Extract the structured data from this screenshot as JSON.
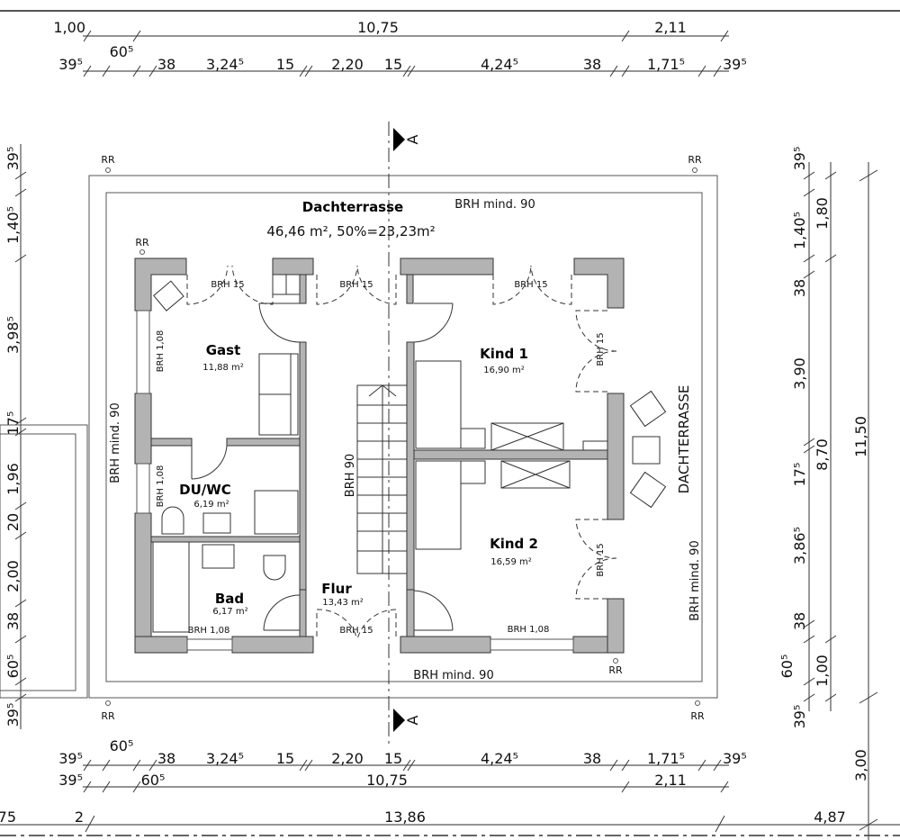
{
  "dimensions": {
    "top_row1": [
      "1,00",
      "60⁵",
      "10,75",
      "2,11"
    ],
    "top_row2": [
      "39⁵",
      "38",
      "3,24⁵",
      "15",
      "2,20",
      "15",
      "4,24⁵",
      "38",
      "1,71⁵",
      "39⁵"
    ],
    "bottom_row1": [
      "60⁵",
      "39⁵",
      "38",
      "3,24⁵",
      "15",
      "2,20",
      "15",
      "4,24⁵",
      "38",
      "1,71⁵",
      "39⁵"
    ],
    "bottom_row2": [
      "39⁵",
      "60⁵",
      "10,75",
      "2,11"
    ],
    "bottom_total": [
      "75",
      "2",
      "13,86",
      "4,87"
    ],
    "left": [
      "39⁵",
      "1,40⁵",
      "3,98⁵",
      "17⁵",
      "1,96",
      "20",
      "2,00",
      "38",
      "60⁵",
      "39⁵"
    ],
    "right_col1": [
      "39⁵",
      "1,40⁵",
      "38",
      "3,90",
      "17⁵",
      "3,86⁵",
      "38",
      "60⁵",
      "39⁵"
    ],
    "right_col2": [
      "1,80",
      "8,70",
      "1,00"
    ],
    "right_col3": [
      "11,50",
      "3,00"
    ]
  },
  "terrace": {
    "title": "Dachterrasse",
    "area": "46,46 m², 50%=23,23m²",
    "side_label": "DACHTERRASSE",
    "railing": "BRH mind. 90"
  },
  "rr_label": "RR",
  "section_label": "A",
  "rooms": [
    {
      "name": "Gast",
      "area": "11,88 m²"
    },
    {
      "name": "DU/WC",
      "area": "6,19 m²"
    },
    {
      "name": "Bad",
      "area": "6,17 m²"
    },
    {
      "name": "Flur",
      "area": "13,43 m²"
    },
    {
      "name": "Kind 1",
      "area": "16,90 m²"
    },
    {
      "name": "Kind 2",
      "area": "16,59 m²"
    }
  ],
  "notes": {
    "brh15": "BRH 15",
    "brh108": "BRH 1,08",
    "brh90": "BRH 90",
    "brh_mind90": "BRH mind. 90"
  }
}
